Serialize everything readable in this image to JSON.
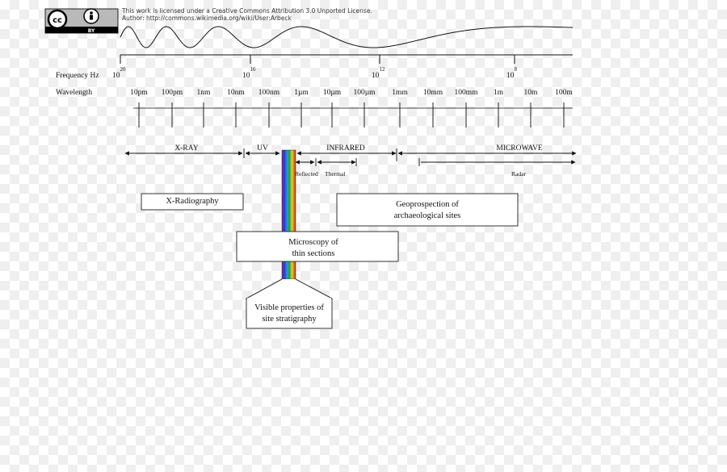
{
  "license": {
    "badge_cc": "cc",
    "badge_by": "BY",
    "line1": "This work is licensed under a Creative Commons Attribution 3.0 Unported License.",
    "line2": "Author: http://commons.wikimedia.org/wiki/User:Arbeck"
  },
  "axes": {
    "frequency_label": "Frequency Hz",
    "wavelength_label": "Wavelength"
  },
  "frequency_ticks": [
    {
      "base": "10",
      "exp": "20"
    },
    {
      "base": "10",
      "exp": "16"
    },
    {
      "base": "10",
      "exp": "12"
    },
    {
      "base": "10",
      "exp": "8"
    }
  ],
  "wavelength_ticks": [
    "10pm",
    "100pm",
    "1nm",
    "10nm",
    "100nm",
    "1µm",
    "10µm",
    "100µm",
    "1mm",
    "10mm",
    "100mm",
    "1m",
    "10m",
    "100m"
  ],
  "bands": {
    "xray": "X-RAY",
    "uv": "UV",
    "infrared": "INFRARED",
    "microwave": "MICROWAVE",
    "reflected": "Reflected",
    "thermal": "Thermal",
    "radar": "Radar"
  },
  "boxes": {
    "xradiography": "X-Radiography",
    "geoprospection_1": "Geoprospection of",
    "geoprospection_2": "archaeological sites",
    "microscopy_1": "Microscopy of",
    "microscopy_2": "thin sections",
    "visible_1": "Visible properties of",
    "visible_2": "site stratigraphy"
  },
  "colors": {
    "spectrum": [
      "#7a1fa2",
      "#2b3fd6",
      "#1aa0e0",
      "#1f9e3a",
      "#d9d21c",
      "#e08a18",
      "#c81e1e"
    ]
  }
}
